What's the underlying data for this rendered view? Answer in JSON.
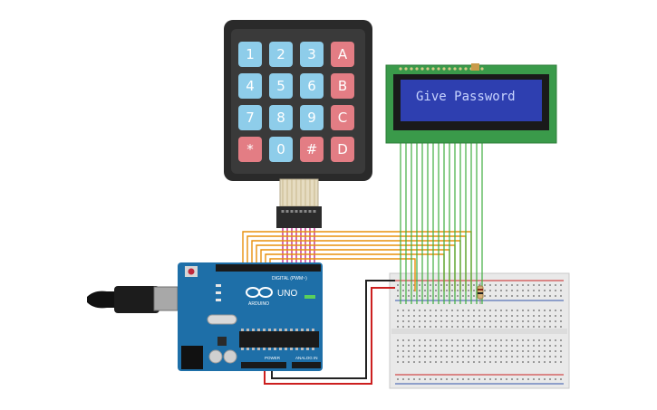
{
  "lcd": {
    "text": "Give Password",
    "background": "#2e3fb0",
    "board": "#3a9a4a"
  },
  "keypad": {
    "rows": [
      [
        {
          "label": "1",
          "color": "#8ecdea"
        },
        {
          "label": "2",
          "color": "#8ecdea"
        },
        {
          "label": "3",
          "color": "#8ecdea"
        },
        {
          "label": "A",
          "color": "#e37d84"
        }
      ],
      [
        {
          "label": "4",
          "color": "#8ecdea"
        },
        {
          "label": "5",
          "color": "#8ecdea"
        },
        {
          "label": "6",
          "color": "#8ecdea"
        },
        {
          "label": "B",
          "color": "#e37d84"
        }
      ],
      [
        {
          "label": "7",
          "color": "#8ecdea"
        },
        {
          "label": "8",
          "color": "#8ecdea"
        },
        {
          "label": "9",
          "color": "#8ecdea"
        },
        {
          "label": "C",
          "color": "#e37d84"
        }
      ],
      [
        {
          "label": "*",
          "color": "#e37d84"
        },
        {
          "label": "0",
          "color": "#8ecdea"
        },
        {
          "label": "#",
          "color": "#e37d84"
        },
        {
          "label": "D",
          "color": "#e37d84"
        }
      ]
    ]
  },
  "arduino": {
    "brand": "ARDUINO",
    "model": "UNO",
    "digital_label": "DIGITAL (PWM~)",
    "power_label": "POWER",
    "analog_label": "ANALOG IN",
    "board_color": "#1e6fa8"
  },
  "colors": {
    "wire_orange": "#e8900c",
    "wire_green": "#3fae3f",
    "wire_magenta": "#c0308c",
    "wire_red": "#cc1f1f",
    "wire_black": "#222222"
  }
}
